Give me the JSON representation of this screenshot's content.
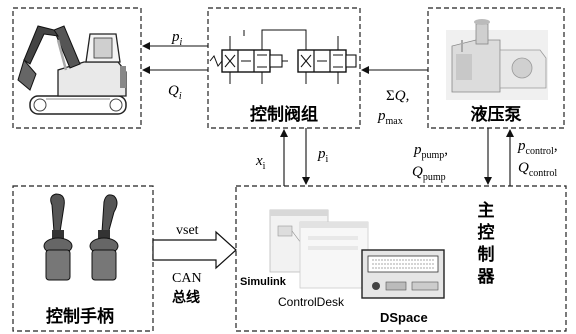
{
  "blocks": {
    "excavator": {
      "label": ""
    },
    "valve_group": {
      "label": "控制阀组"
    },
    "pump": {
      "label": "液压泵"
    },
    "joystick": {
      "label": "控制手柄"
    },
    "controller": {
      "label_lines": [
        "主",
        "控",
        "制",
        "器"
      ]
    }
  },
  "signals": {
    "p_i_top": {
      "base": "p",
      "sub": "i"
    },
    "q_i": {
      "base": "Q",
      "sub": "i"
    },
    "sum_q": {
      "prefix": "Σ",
      "base": "Q",
      "suffix": ","
    },
    "p_max": {
      "base": "p",
      "sub": "max"
    },
    "x_i": {
      "base": "x",
      "sub": "i"
    },
    "p_i_down": {
      "base": "p",
      "sub": "i"
    },
    "p_pump": {
      "base": "p",
      "sub": "pump",
      "suffix": ","
    },
    "q_pump": {
      "base": "Q",
      "sub": "pump"
    },
    "p_control": {
      "base": "p",
      "sub": "control",
      "suffix": ","
    },
    "q_control": {
      "base": "Q",
      "sub": "control"
    }
  },
  "link": {
    "vset": "vset",
    "can": "CAN",
    "bus": "总线"
  },
  "software": {
    "simulink": "Simulink",
    "controldesk": "ControlDesk",
    "dspace": "DSpace"
  }
}
